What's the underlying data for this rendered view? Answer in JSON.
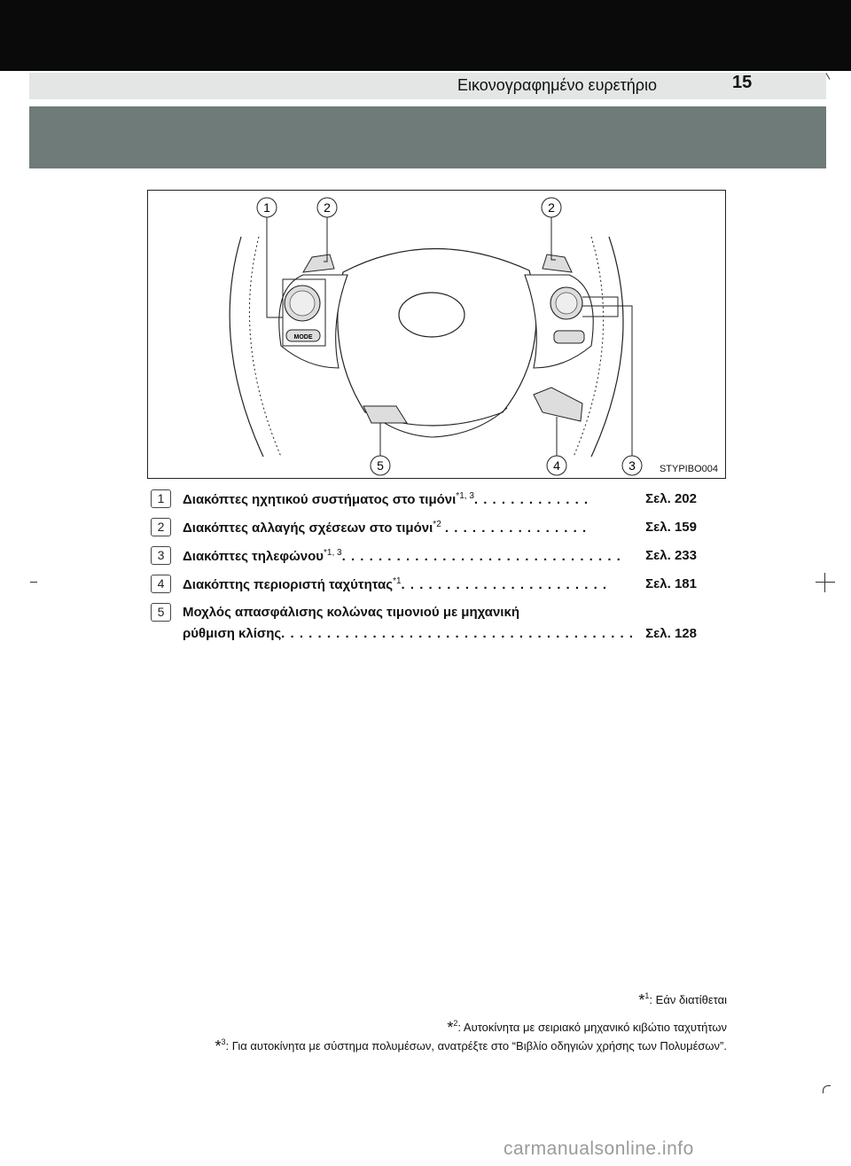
{
  "header": {
    "title": "Εικονογραφημένο ευρετήριο",
    "page_number": "15"
  },
  "figure": {
    "code": "STYPIBO004",
    "callouts": [
      "1",
      "2",
      "2",
      "3",
      "4",
      "5"
    ],
    "mode_label": "MODE"
  },
  "items": [
    {
      "num": "1",
      "text": "Διακόπτες ηχητικού συστήματος στο τιμόνι",
      "sup": "1, 3",
      "leader": ". . . . . . . . . . . . .",
      "page": "Σελ. 202"
    },
    {
      "num": "2",
      "text": "Διακόπτες αλλαγής σχέσεων στο τιμόνι",
      "sup": "2",
      "leader": ". . . . . . . . . . . . . . . .",
      "page": "Σελ. 159"
    },
    {
      "num": "3",
      "text": "Διακόπτες τηλεφώνου",
      "sup": "1, 3",
      "leader": ". . . . . . . . . . . . . . . . . . . . . . . . . . . . . . .",
      "page": "Σελ. 233"
    },
    {
      "num": "4",
      "text": "Διακόπτης περιοριστή ταχύτητας",
      "sup": "1",
      "leader": ". . . . . . . . . . . . . . . . . . . . . . .",
      "page": "Σελ. 181"
    },
    {
      "num": "5",
      "text": "Μοχλός απασφάλισης κολώνας τιμονιού με μηχανική",
      "text2": "ρύθμιση κλίσης",
      "leader": ". . . . . . . . . . . . . . . . . . . . . . . . . . . . . . . . . . . . . . .",
      "page": "Σελ. 128"
    }
  ],
  "footnotes": {
    "note1": ": Εάν διατίθεται",
    "note2": ": Αυτοκίνητα με σειριακό μηχανικό κιβώτιο ταχυτήτων",
    "note3": ": Για αυτοκίνητα με σύστημα πολυμέσων, ανατρέξτε στο “Βιβλίο οδηγιών χρήσης των Πολυμέσων”.",
    "sup1": "1",
    "sup2": "2",
    "sup3": "3",
    "star": "*"
  },
  "watermark": "carmanualsonline.info"
}
